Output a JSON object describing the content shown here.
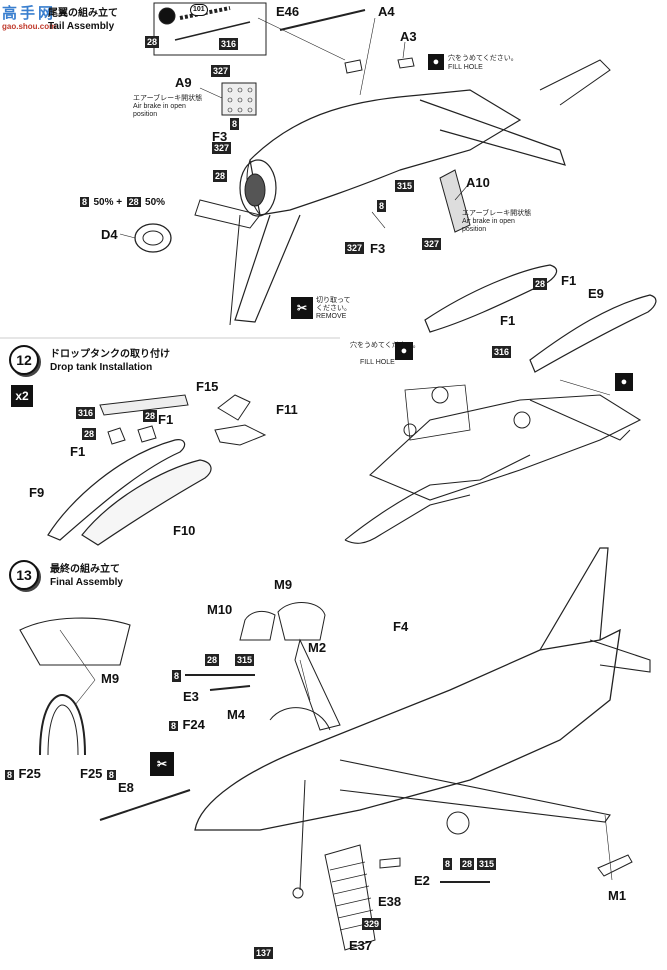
{
  "watermark": {
    "line1": "高手网",
    "line2": "gao.shou.com"
  },
  "step11": {
    "title_jp": "尾翼の組み立て",
    "title_en": "Tail Assembly"
  },
  "step12": {
    "number": "12",
    "title_jp": "ドロップタンクの取り付け",
    "title_en": "Drop tank  Installation",
    "multiplier": "x2"
  },
  "step13": {
    "number": "13",
    "title_jp": "最終の組み立て",
    "title_en": "Final Assembly"
  },
  "parts": {
    "E46": "E46",
    "A4": "A4",
    "A3": "A3",
    "A9": "A9",
    "F3": "F3",
    "F3b": "F3",
    "A10": "A10",
    "D4": "D4",
    "F1a": "F1",
    "F1b": "F1",
    "F1c": "F1",
    "E9": "E9",
    "F15": "F15",
    "F11": "F11",
    "F9": "F9",
    "F10": "F10",
    "M9a": "M9",
    "M9b": "M9",
    "M10": "M10",
    "F4": "F4",
    "M2": "M2",
    "E3": "E3",
    "M4": "M4",
    "F24": "F24",
    "E8": "E8",
    "F25a": "F25",
    "F25b": "F25",
    "E2": "E2",
    "E38": "E38",
    "E37": "E37",
    "M1": "M1"
  },
  "chips": {
    "c28": "28",
    "c316": "316",
    "c327": "327",
    "c8": "8",
    "c315": "315",
    "c329": "329",
    "c137": "137",
    "c101": "101"
  },
  "notes": {
    "airbrake_jp": "エアーブレーキ開状態",
    "airbrake_en1": "Air brake in open",
    "airbrake_en2": "position",
    "fillhole_jp": "穴をうめてください。",
    "fillhole_en": "FILL HOLE",
    "remove_jp1": "切り取って",
    "remove_jp2": "ください。",
    "remove_en": "REMOVE",
    "mix": "50% +",
    "mix2": "50%"
  }
}
